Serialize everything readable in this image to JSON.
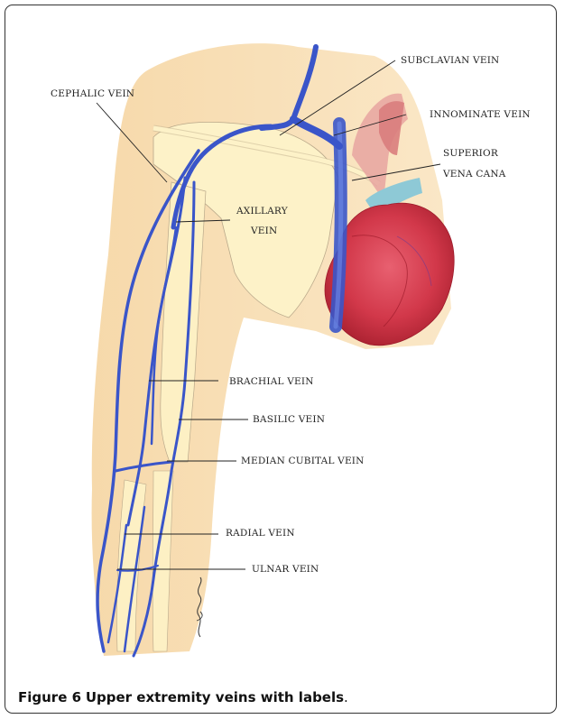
{
  "labels": {
    "subclavian": "SUBCLAVIAN VEIN",
    "cephalic": "CEPHALIC VEIN",
    "innominate": "INNOMINATE VEIN",
    "superior_1": "SUPERIOR",
    "superior_2": "VENA CANA",
    "axillary_1": "AXILLARY",
    "axillary_2": "VEIN",
    "brachial": "BRACHIAL VEIN",
    "basilic": "BASILIC VEIN",
    "median_cubital": "MEDIAN CUBITAL VEIN",
    "radial": "RADIAL VEIN",
    "ulnar": "ULNAR VEIN"
  },
  "caption": {
    "figure_label": "Figure 6",
    "title": "Upper extremity veins with labels",
    "period": "."
  },
  "colors": {
    "skin": "#f8deb0",
    "bone": "#fdf2c8",
    "vein": "#3a55c9",
    "heart": "#d2384a",
    "aorta": "#8ec9d6"
  }
}
